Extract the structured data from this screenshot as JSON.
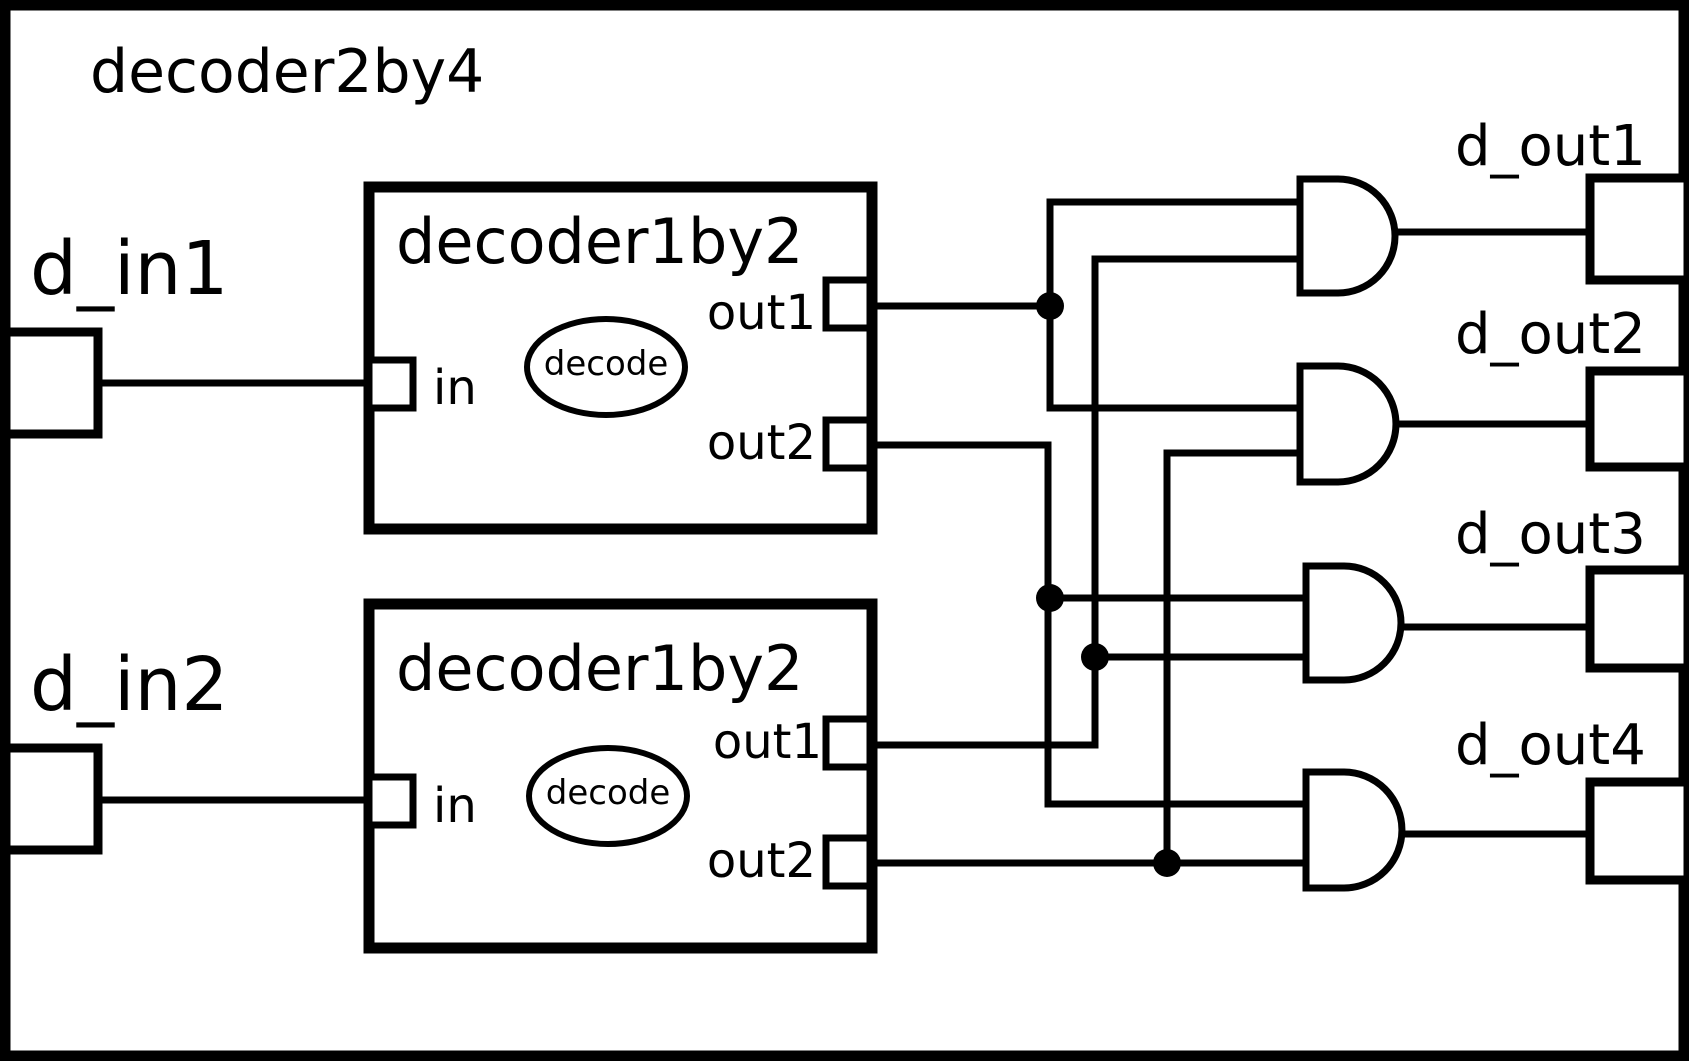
{
  "module": {
    "name": "decoder2by4",
    "inputs": [
      "d_in1",
      "d_in2"
    ],
    "outputs": [
      "d_out1",
      "d_out2",
      "d_out3",
      "d_out4"
    ]
  },
  "instances": [
    {
      "name": "decoder1by2",
      "process": "decode",
      "in_port": "in",
      "out_ports": [
        "out1",
        "out2"
      ]
    },
    {
      "name": "decoder1by2",
      "process": "decode",
      "in_port": "in",
      "out_ports": [
        "out1",
        "out2"
      ]
    }
  ],
  "colors": {
    "stroke": "#000000",
    "background": "#ffffff"
  }
}
